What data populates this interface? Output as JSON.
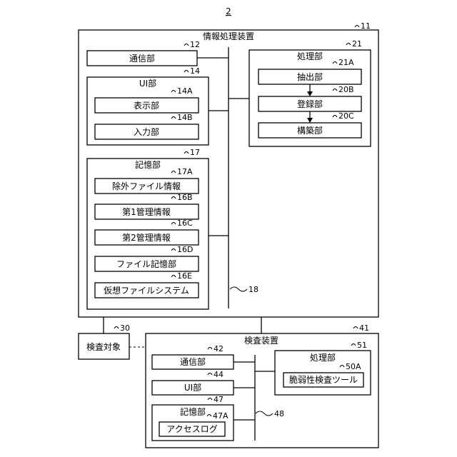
{
  "figure_number": "2",
  "info_device": {
    "title": "情報処理装置",
    "ref": "11",
    "comm": {
      "label": "通信部",
      "ref": "12"
    },
    "ui": {
      "label": "UI部",
      "ref": "14",
      "display": {
        "label": "表示部",
        "ref": "14A"
      },
      "input": {
        "label": "入力部",
        "ref": "14B"
      }
    },
    "storage": {
      "label": "記憶部",
      "ref": "17",
      "items": [
        {
          "label": "除外ファイル情報",
          "ref": "17A"
        },
        {
          "label": "第1管理情報",
          "ref": "16B"
        },
        {
          "label": "第2管理情報",
          "ref": "16C"
        },
        {
          "label": "ファイル記憶部",
          "ref": "16D"
        },
        {
          "label": "仮想ファイルシステム",
          "ref": "16E"
        }
      ]
    },
    "processing": {
      "label": "処理部",
      "ref": "21",
      "items": [
        {
          "label": "抽出部",
          "ref": "21A"
        },
        {
          "label": "登録部",
          "ref": "20B"
        },
        {
          "label": "構築部",
          "ref": "20C"
        }
      ]
    },
    "bus_ref": "18"
  },
  "target": {
    "label": "検査対象",
    "ref": "30"
  },
  "inspection_device": {
    "title": "検査装置",
    "ref": "41",
    "comm": {
      "label": "通信部",
      "ref": "42"
    },
    "ui": {
      "label": "UI部",
      "ref": "44"
    },
    "storage": {
      "label": "記憶部",
      "ref": "47",
      "log": {
        "label": "アクセスログ",
        "ref": "47A"
      }
    },
    "processing": {
      "label": "処理部",
      "ref": "51",
      "tool": {
        "label": "脆弱性検査ツール",
        "ref": "50A"
      }
    },
    "bus_ref": "48"
  }
}
